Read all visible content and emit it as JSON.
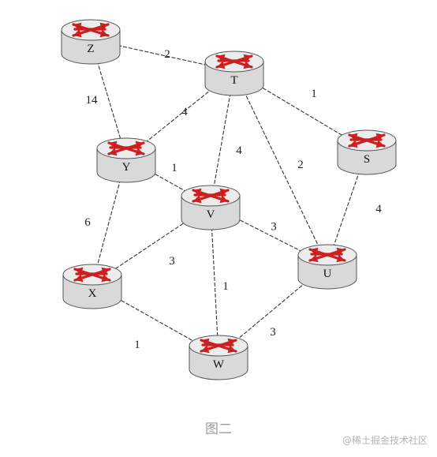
{
  "caption": "图二",
  "watermark": "@稀土掘金技术社区",
  "colors": {
    "router_body": "#d9d9d9",
    "router_top": "#ececec",
    "arrow": "#cc1f1f",
    "edge": "#333333"
  },
  "router_icon": "router-icon",
  "nodes": [
    {
      "id": "Z",
      "label": "Z"
    },
    {
      "id": "T",
      "label": "T"
    },
    {
      "id": "S",
      "label": "S"
    },
    {
      "id": "Y",
      "label": "Y"
    },
    {
      "id": "V",
      "label": "V"
    },
    {
      "id": "U",
      "label": "U"
    },
    {
      "id": "X",
      "label": "X"
    },
    {
      "id": "W",
      "label": "W"
    }
  ],
  "edges": [
    {
      "from": "Z",
      "to": "T",
      "weight": "2"
    },
    {
      "from": "Z",
      "to": "Y",
      "weight": "14"
    },
    {
      "from": "T",
      "to": "Y",
      "weight": "4"
    },
    {
      "from": "T",
      "to": "V",
      "weight": "4"
    },
    {
      "from": "T",
      "to": "U",
      "weight": "2"
    },
    {
      "from": "T",
      "to": "S",
      "weight": "1"
    },
    {
      "from": "S",
      "to": "U",
      "weight": "4"
    },
    {
      "from": "Y",
      "to": "V",
      "weight": "1"
    },
    {
      "from": "Y",
      "to": "X",
      "weight": "6"
    },
    {
      "from": "V",
      "to": "X",
      "weight": "3"
    },
    {
      "from": "V",
      "to": "W",
      "weight": "1"
    },
    {
      "from": "V",
      "to": "U",
      "weight": "3"
    },
    {
      "from": "X",
      "to": "W",
      "weight": "1"
    },
    {
      "from": "W",
      "to": "U",
      "weight": "3"
    }
  ]
}
